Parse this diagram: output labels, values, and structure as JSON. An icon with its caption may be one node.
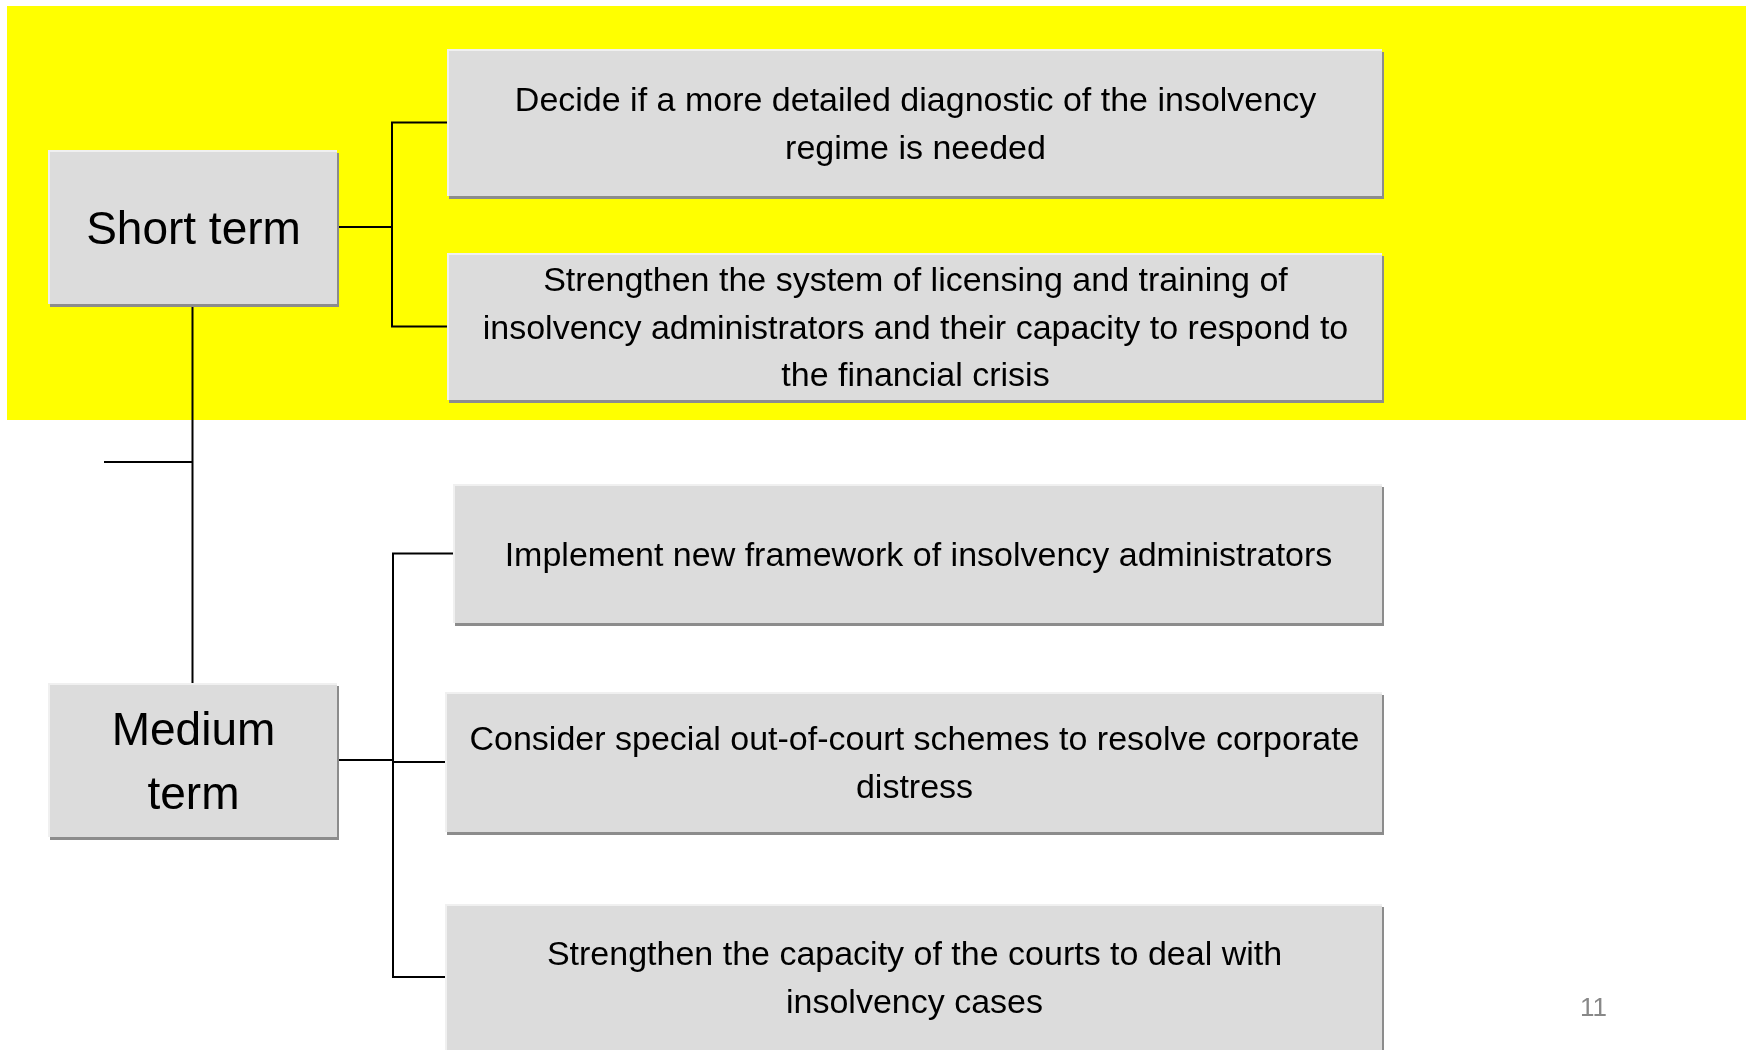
{
  "diagram": {
    "nodes": [
      {
        "text": [
          "Short term"
        ]
      },
      {
        "text": [
          "Decide if a more detailed diagnostic of the insolvency regime is needed"
        ]
      },
      {
        "text": [
          "Strengthen the system of licensing and training of insolvency administrators and their capacity to respond to the financial crisis"
        ]
      },
      {
        "text": [
          "Medium term"
        ]
      },
      {
        "text": [
          "Implement new framework of insolvency administrators"
        ]
      },
      {
        "text": [
          "Consider special out-of-court schemes to resolve corporate distress"
        ]
      },
      {
        "text": [
          "Strengthen the capacity of the courts to deal with insolvency cases"
        ]
      }
    ],
    "edges": [
      {
        "from": 0,
        "to": 1,
        "arrow": "none"
      },
      {
        "from": 0,
        "to": 2,
        "arrow": "none"
      },
      {
        "from": 0,
        "to": 3,
        "arrow": "none"
      },
      {
        "from": 3,
        "to": 4,
        "arrow": "none"
      },
      {
        "from": 3,
        "to": 5,
        "arrow": "none"
      },
      {
        "from": 3,
        "to": 6,
        "arrow": "none"
      }
    ],
    "labels": [
      "11"
    ]
  }
}
